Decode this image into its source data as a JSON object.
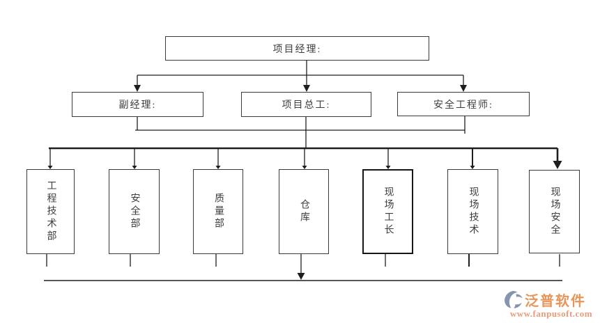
{
  "diagram": {
    "level1": [
      {
        "label": "项目经理:"
      }
    ],
    "level2": [
      {
        "label": "副经理:"
      },
      {
        "label": "项目总工:"
      },
      {
        "label": "安全工程师:"
      }
    ],
    "level3": [
      {
        "label": "工程技术部"
      },
      {
        "label": "安全部"
      },
      {
        "label": "质量部"
      },
      {
        "label": "仓库"
      },
      {
        "label": "现场工长"
      },
      {
        "label": "现场技术"
      },
      {
        "label": "现场安全"
      }
    ]
  },
  "watermark": {
    "brand": "泛普软件",
    "url": "www.fanpusoft.com",
    "brand_color": "#e8955a",
    "url_color": "#ec9a79",
    "logo_color": "#8695af"
  },
  "colors": {
    "line": "#1e1e1e",
    "background": "#ffffff"
  }
}
